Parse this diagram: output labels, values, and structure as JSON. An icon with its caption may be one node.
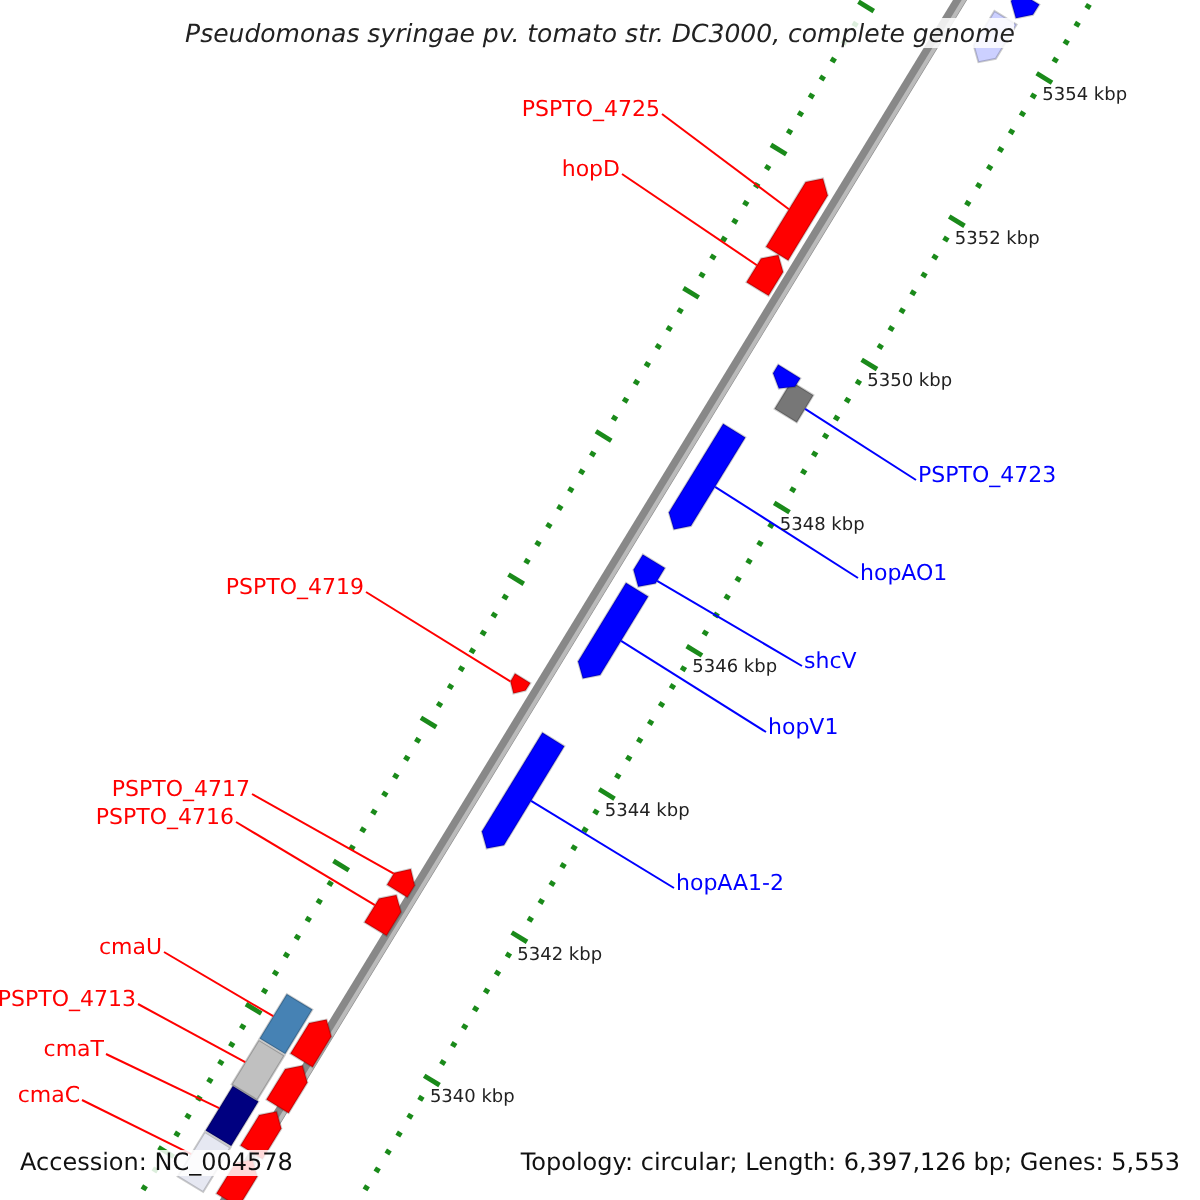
{
  "diagram": {
    "title": "Pseudomonas syringae pv. tomato str. DC3000, complete genome",
    "nodes": [
      {
        "text": [
          "PSPTO_4725"
        ]
      },
      {
        "text": [
          "hopD"
        ]
      },
      {
        "text": [
          "PSPTO_4723"
        ]
      },
      {
        "text": [
          "hopAO1"
        ]
      },
      {
        "text": [
          "PSPTO_4719"
        ]
      },
      {
        "text": [
          "shcV"
        ]
      },
      {
        "text": [
          "hopV1"
        ]
      },
      {
        "text": [
          "PSPTO_4717"
        ]
      },
      {
        "text": [
          "PSPTO_4716"
        ]
      },
      {
        "text": [
          "hopAA1-2"
        ]
      },
      {
        "text": [
          "cmaU"
        ]
      },
      {
        "text": [
          "PSPTO_4713"
        ]
      },
      {
        "text": [
          "cmaT"
        ]
      },
      {
        "text": [
          "cmaC"
        ]
      },
      {
        "text": [],
        "shape": "arrow"
      },
      {
        "text": [],
        "shape": "arrow"
      },
      {
        "text": [],
        "shape": "box"
      },
      {
        "text": [],
        "shape": "arrow"
      },
      {
        "text": [],
        "shape": "arrow"
      },
      {
        "text": [],
        "shape": "arrow"
      },
      {
        "text": [],
        "shape": "arrow"
      },
      {
        "text": [],
        "shape": "arrow"
      },
      {
        "text": [],
        "shape": "arrow"
      },
      {
        "text": [],
        "shape": "arrow"
      },
      {
        "text": [],
        "shape": "box"
      },
      {
        "text": [],
        "shape": "box"
      },
      {
        "text": [],
        "shape": "box"
      },
      {
        "text": [],
        "shape": "box"
      },
      {
        "text": [],
        "shape": "arrow"
      },
      {
        "text": [],
        "shape": "arrow"
      },
      {
        "text": [],
        "shape": "arrow"
      },
      {
        "text": [],
        "shape": "arrow"
      },
      {
        "text": [],
        "shape": "arrow"
      },
      {
        "text": [],
        "shape": "arrow"
      },
      {
        "text": [],
        "shape": "arrow"
      }
    ],
    "edges": [
      {
        "from": 0,
        "to": 14,
        "arrow": "none"
      },
      {
        "from": 1,
        "to": 15,
        "arrow": "none"
      },
      {
        "from": 2,
        "to": 16,
        "arrow": "none",
        "color": "#0000ff"
      },
      {
        "from": 3,
        "to": 17,
        "arrow": "none",
        "color": "#0000ff"
      },
      {
        "from": 4,
        "to": 18,
        "arrow": "none"
      },
      {
        "from": 5,
        "to": 19,
        "arrow": "none",
        "color": "#0000ff"
      },
      {
        "from": 6,
        "to": 20,
        "arrow": "none",
        "color": "#0000ff"
      },
      {
        "from": 7,
        "to": 21,
        "arrow": "none"
      },
      {
        "from": 8,
        "to": 22,
        "arrow": "none"
      },
      {
        "from": 9,
        "to": 23,
        "arrow": "none",
        "color": "#0000ff"
      },
      {
        "from": 10,
        "to": 24,
        "arrow": "none"
      },
      {
        "from": 11,
        "to": 25,
        "arrow": "none"
      },
      {
        "from": 12,
        "to": 26,
        "arrow": "none"
      },
      {
        "from": 13,
        "to": 27,
        "arrow": "none"
      }
    ],
    "labels": [
      "5354 kbp",
      "5352 kbp",
      "5350 kbp",
      "5348 kbp",
      "5346 kbp",
      "5344 kbp",
      "5342 kbp",
      "5340 kbp",
      "Accession: NC_004578",
      "Topology: circular; Length: 6,397,126 bp; Genes: 5,553"
    ]
  }
}
